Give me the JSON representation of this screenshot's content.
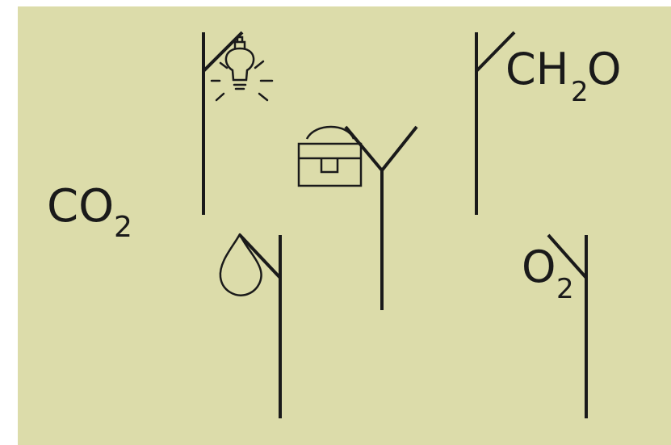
{
  "colors": {
    "background": "#DCDCAA",
    "ink": "#1A1A1A",
    "page": "#FFFFFF"
  },
  "labels": {
    "co2_main": "CO",
    "co2_sub": "2",
    "ch2o_c": "CH",
    "ch2o_sub": "2",
    "ch2o_o": "O",
    "o2_main": "O",
    "o2_sub": "2"
  },
  "icons": {
    "light": "light-bulb-icon",
    "energy": "battery-box-icon",
    "water": "water-drop-icon"
  }
}
